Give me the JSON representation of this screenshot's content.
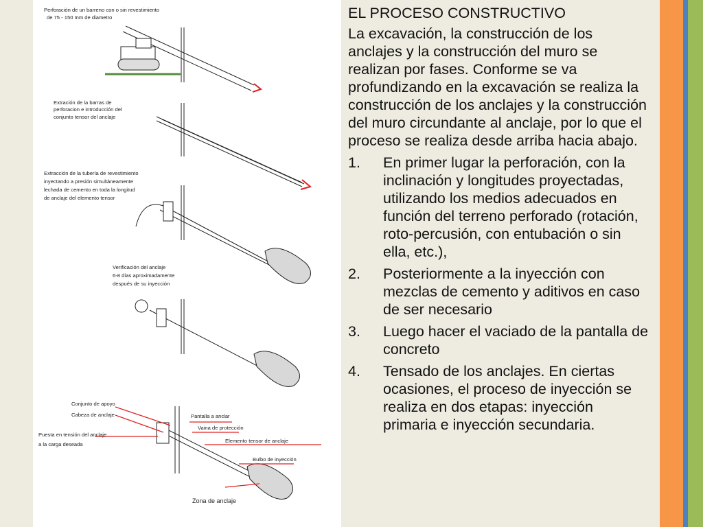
{
  "figure": {
    "captions": [
      "Perforación de un barreno con o sin revestimiento",
      "de 75 - 150 mm de diametro",
      "Extración de la barras de",
      "perforacion e introducción del",
      "conjunto tensor del anclaje",
      "Extracción de la tubería de revestimiento",
      "inyectando a presión simultáneamente",
      "lechada de cemento en toda la longitud",
      "de anclaje del elemento tensor",
      "Verificación del anclaje",
      "6-8 días aproximadamente",
      "después de su inyección",
      "Conjunto de apoyo",
      "Cabeza de anclaje",
      "Puesta en tensión del anclaje",
      "a la carga deseada",
      "Pantalla a anclar",
      "Vaina de protección",
      "Elemento tensor de anclaje",
      "Bulbo de inyección",
      "Zona de anclaje"
    ]
  },
  "content": {
    "title": "EL PROCESO CONSTRUCTIVO",
    "intro": "La excavación, la construcción de los anclajes y la construcción del muro se realizan por fases. Conforme se va profundizando en la excavación se realiza la construcción de los anclajes y la construcción del muro circundante al anclaje, por lo que el proceso se realiza desde arriba hacia abajo.",
    "steps": [
      {
        "num": "1.",
        "text": "En primer lugar la perforación, con la inclinación y longitudes proyectadas, utilizando los medios adecuados en función del terreno perforado (rotación, roto-percusión, con entubación o sin ella, etc.),"
      },
      {
        "num": "2.",
        "text": "Posteriormente a la inyección con mezclas de cemento y aditivos en caso de ser necesario"
      },
      {
        "num": "3.",
        "text": "Luego hacer el vaciado de la pantalla de concreto"
      },
      {
        "num": "4.",
        "text": "Tensado de los anclajes. En ciertas ocasiones, el proceso de inyección se realiza en dos etapas: inyección primaria e inyección secundaria."
      }
    ]
  },
  "colors": {
    "background": "#eeece1",
    "accent_orange": "#f79646",
    "accent_blue": "#4f81bd",
    "accent_green": "#9bbb59",
    "annotation_red": "#e02020"
  }
}
